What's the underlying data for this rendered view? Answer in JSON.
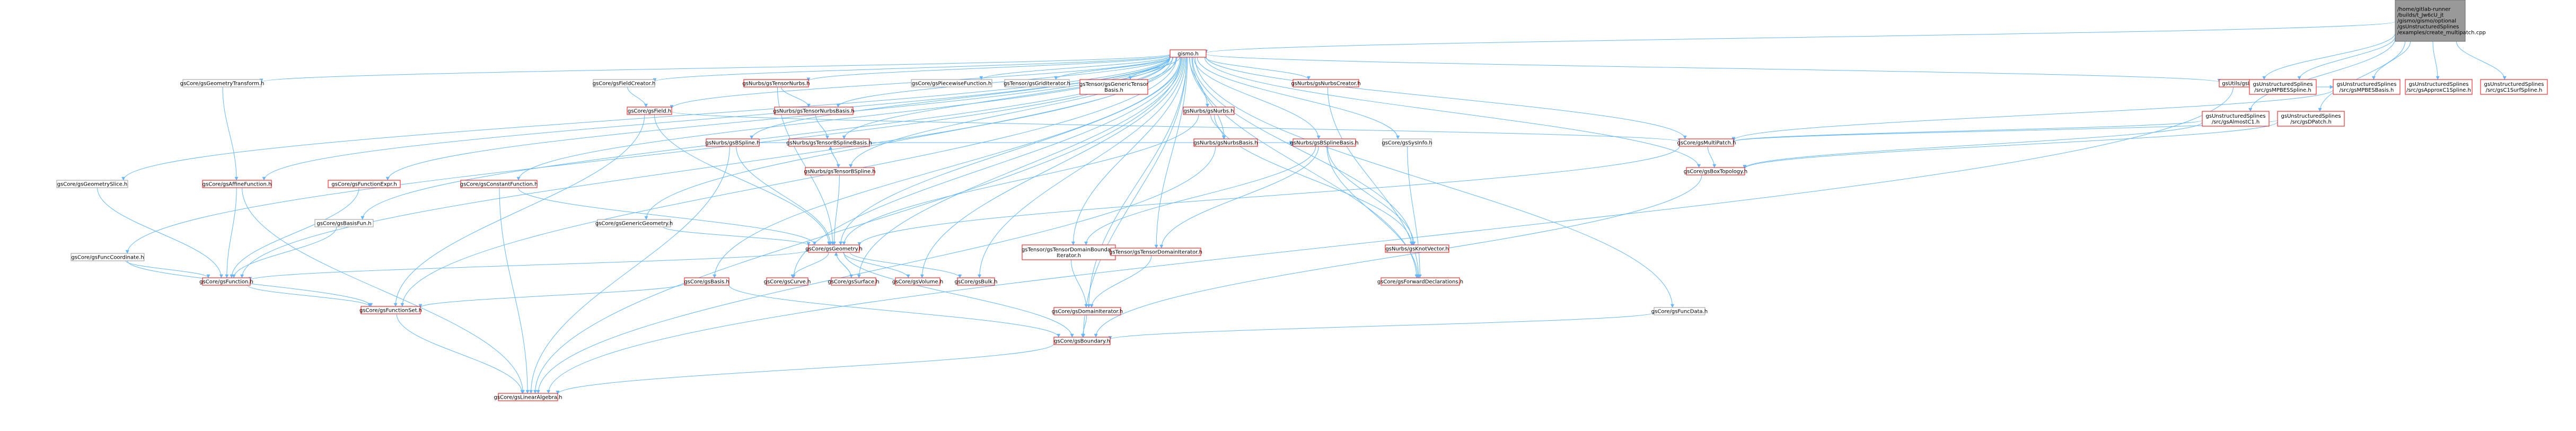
{
  "colors": {
    "edge": "#63b8ff",
    "root_fill": "#999999",
    "root_stroke": "#666666",
    "red_stroke": "#ff0000",
    "gray_stroke": "#999999",
    "text_default": "#000000",
    "text_red": "#ff0000"
  },
  "nodes": [
    {
      "id": "root",
      "lines": [
        "/home/gitlab-runner",
        "/builds/t_Jw6cU_jt",
        "/gismo/gismo/optional",
        "/gsUnstructuredSplines",
        "/examples/create_multipatch.cpp"
      ],
      "style": "root"
    },
    {
      "id": "gismo",
      "lines": [
        "gismo.h"
      ],
      "style": "red"
    },
    {
      "id": "l2proj",
      "lines": [
        "gsUtils/gsL2Projection.h"
      ],
      "style": "red"
    },
    {
      "id": "mpbesspline",
      "lines": [
        "gsUnstructuredSplines",
        "/src/gsMPBESSpline.h"
      ],
      "style": "red"
    },
    {
      "id": "mpbesbasis",
      "lines": [
        "gsUnstructuredSplines",
        "/src/gsMPBESBasis.h"
      ],
      "style": "red"
    },
    {
      "id": "almostc1",
      "lines": [
        "gsUnstructuredSplines",
        "/src/gsAlmostC1.h"
      ],
      "style": "red"
    },
    {
      "id": "dpatch",
      "lines": [
        "gsUnstructuredSplines",
        "/src/gsDPatch.h"
      ],
      "style": "red"
    },
    {
      "id": "approxc1",
      "lines": [
        "gsUnstructuredSplines",
        "/src/gsApproxC1Spline.h"
      ],
      "style": "red"
    },
    {
      "id": "c1surf",
      "lines": [
        "gsUnstructuredSplines",
        "/src/gsC1SurfSpline.h"
      ],
      "style": "red"
    },
    {
      "id": "geomslice",
      "lines": [
        "gsCore/gsGeometrySlice.h"
      ],
      "style": "gray"
    },
    {
      "id": "affine",
      "lines": [
        "gsCore/gsAffineFunction.h"
      ],
      "style": "red"
    },
    {
      "id": "funccoord",
      "lines": [
        "gsCore/gsFuncCoordinate.h"
      ],
      "style": "gray"
    },
    {
      "id": "funcexpr",
      "lines": [
        "gsCore/gsFunctionExpr.h"
      ],
      "style": "red"
    },
    {
      "id": "constfunc",
      "lines": [
        "gsCore/gsConstantFunction.h"
      ],
      "style": "red"
    },
    {
      "id": "geomtransform",
      "lines": [
        "gsCore/gsGeometryTransform.h"
      ],
      "style": "gray"
    },
    {
      "id": "basisfun",
      "lines": [
        "gsCore/gsBasisFun.h"
      ],
      "style": "gray"
    },
    {
      "id": "field",
      "lines": [
        "gsCore/gsField.h"
      ],
      "style": "red"
    },
    {
      "id": "fieldcreator",
      "lines": [
        "gsCore/gsFieldCreator.h"
      ],
      "style": "gray"
    },
    {
      "id": "genericgeom",
      "lines": [
        "gsCore/gsGenericGeometry.h"
      ],
      "style": "gray"
    },
    {
      "id": "bspline",
      "lines": [
        "gsNurbs/gsBSpline.h"
      ],
      "style": "red"
    },
    {
      "id": "basis",
      "lines": [
        "gsCore/gsBasis.h"
      ],
      "style": "red"
    },
    {
      "id": "tensornurbs",
      "lines": [
        "gsNurbs/gsTensorNurbs.h"
      ],
      "style": "red"
    },
    {
      "id": "tensornurbsbasis",
      "lines": [
        "gsNurbs/gsTensorNurbsBasis.h"
      ],
      "style": "red"
    },
    {
      "id": "tensorbsplinebasis",
      "lines": [
        "gsNurbs/gsTensorBSplineBasis.h"
      ],
      "style": "red"
    },
    {
      "id": "tensorbspline",
      "lines": [
        "gsNurbs/gsTensorBSpline.h"
      ],
      "style": "red"
    },
    {
      "id": "piecewise",
      "lines": [
        "gsCore/gsPiecewiseFunction.h"
      ],
      "style": "gray"
    },
    {
      "id": "griditer",
      "lines": [
        "gsTensor/gsGridIterator.h"
      ],
      "style": "gray"
    },
    {
      "id": "gentensorbasis",
      "lines": [
        "gsTensor/gsGenericTensor",
        "Basis.h"
      ],
      "style": "red"
    },
    {
      "id": "tdbi",
      "lines": [
        "gsTensor/gsTensorDomainBoundary",
        "Iterator.h"
      ],
      "style": "red"
    },
    {
      "id": "tdi",
      "lines": [
        "gsTensor/gsTensorDomainIterator.h"
      ],
      "style": "red"
    },
    {
      "id": "nurbs",
      "lines": [
        "gsNurbs/gsNurbs.h"
      ],
      "style": "red"
    },
    {
      "id": "nurbsbasis",
      "lines": [
        "gsNurbs/gsNurbsBasis.h"
      ],
      "style": "red"
    },
    {
      "id": "bsplinebasis",
      "lines": [
        "gsNurbs/gsBSplineBasis.h"
      ],
      "style": "red"
    },
    {
      "id": "knotvector",
      "lines": [
        "gsNurbs/gsKnotVector.h"
      ],
      "style": "red"
    },
    {
      "id": "nurbscreator",
      "lines": [
        "gsNurbs/gsNurbsCreator.h"
      ],
      "style": "red"
    },
    {
      "id": "sysinfo",
      "lines": [
        "gsCore/gsSysInfo.h"
      ],
      "style": "gray"
    },
    {
      "id": "multipatch",
      "lines": [
        "gsCore/gsMultiPatch.h"
      ],
      "style": "red"
    },
    {
      "id": "boxtopology",
      "lines": [
        "gsCore/gsBoxTopology.h"
      ],
      "style": "red"
    },
    {
      "id": "fwddecl",
      "lines": [
        "gsCore/gsForwardDeclarations.h"
      ],
      "style": "red"
    },
    {
      "id": "funcdata",
      "lines": [
        "gsCore/gsFuncData.h"
      ],
      "style": "gray"
    },
    {
      "id": "geometry",
      "lines": [
        "gsCore/gsGeometry.h"
      ],
      "style": "red"
    },
    {
      "id": "function",
      "lines": [
        "gsCore/gsFunction.h"
      ],
      "style": "red"
    },
    {
      "id": "curve",
      "lines": [
        "gsCore/gsCurve.h"
      ],
      "style": "red"
    },
    {
      "id": "surface",
      "lines": [
        "gsCore/gsSurface.h"
      ],
      "style": "red"
    },
    {
      "id": "volume",
      "lines": [
        "gsCore/gsVolume.h"
      ],
      "style": "red"
    },
    {
      "id": "bulk",
      "lines": [
        "gsCore/gsBulk.h"
      ],
      "style": "red"
    },
    {
      "id": "domainiter",
      "lines": [
        "gsCore/gsDomainIterator.h"
      ],
      "style": "red"
    },
    {
      "id": "funcset",
      "lines": [
        "gsCore/gsFunctionSet.h"
      ],
      "style": "red"
    },
    {
      "id": "boundary",
      "lines": [
        "gsCore/gsBoundary.h"
      ],
      "style": "red"
    },
    {
      "id": "linalg",
      "lines": [
        "gsCore/gsLinearAlgebra.h"
      ],
      "style": "red"
    }
  ],
  "edges": [
    [
      "root",
      "gismo"
    ],
    [
      "root",
      "l2proj"
    ],
    [
      "root",
      "mpbesspline"
    ],
    [
      "root",
      "mpbesbasis"
    ],
    [
      "root",
      "almostc1"
    ],
    [
      "root",
      "dpatch"
    ],
    [
      "root",
      "approxc1"
    ],
    [
      "root",
      "c1surf"
    ],
    [
      "gismo",
      "geomslice"
    ],
    [
      "gismo",
      "affine"
    ],
    [
      "gismo",
      "funccoord"
    ],
    [
      "gismo",
      "funcexpr"
    ],
    [
      "gismo",
      "constfunc"
    ],
    [
      "gismo",
      "geomtransform"
    ],
    [
      "gismo",
      "basisfun"
    ],
    [
      "gismo",
      "field"
    ],
    [
      "gismo",
      "fieldcreator"
    ],
    [
      "gismo",
      "genericgeom"
    ],
    [
      "gismo",
      "bspline"
    ],
    [
      "gismo",
      "basis"
    ],
    [
      "gismo",
      "tensornurbs"
    ],
    [
      "gismo",
      "tensornurbsbasis"
    ],
    [
      "gismo",
      "tensorbsplinebasis"
    ],
    [
      "gismo",
      "tensorbspline"
    ],
    [
      "gismo",
      "piecewise"
    ],
    [
      "gismo",
      "griditer"
    ],
    [
      "gismo",
      "gentensorbasis"
    ],
    [
      "gismo",
      "tdbi"
    ],
    [
      "gismo",
      "tdi"
    ],
    [
      "gismo",
      "nurbs"
    ],
    [
      "gismo",
      "nurbsbasis"
    ],
    [
      "gismo",
      "bsplinebasis"
    ],
    [
      "gismo",
      "knotvector"
    ],
    [
      "gismo",
      "nurbscreator"
    ],
    [
      "gismo",
      "sysinfo"
    ],
    [
      "gismo",
      "multipatch"
    ],
    [
      "gismo",
      "boxtopology"
    ],
    [
      "gismo",
      "fwddecl"
    ],
    [
      "gismo",
      "funcdata"
    ],
    [
      "gismo",
      "geometry"
    ],
    [
      "gismo",
      "function"
    ],
    [
      "gismo",
      "curve"
    ],
    [
      "gismo",
      "surface"
    ],
    [
      "gismo",
      "volume"
    ],
    [
      "gismo",
      "bulk"
    ],
    [
      "gismo",
      "domainiter"
    ],
    [
      "gismo",
      "funcset"
    ],
    [
      "gismo",
      "boundary"
    ],
    [
      "gismo",
      "linalg"
    ],
    [
      "gismo",
      "l2proj"
    ],
    [
      "geomslice",
      "function"
    ],
    [
      "affine",
      "function"
    ],
    [
      "affine",
      "linalg"
    ],
    [
      "funccoord",
      "function"
    ],
    [
      "funccoord",
      "funcset"
    ],
    [
      "funcexpr",
      "function"
    ],
    [
      "constfunc",
      "geometry"
    ],
    [
      "constfunc",
      "linalg"
    ],
    [
      "geomtransform",
      "affine"
    ],
    [
      "basisfun",
      "function"
    ],
    [
      "field",
      "geometry"
    ],
    [
      "field",
      "multipatch"
    ],
    [
      "field",
      "funcset"
    ],
    [
      "fieldcreator",
      "field"
    ],
    [
      "genericgeom",
      "geometry"
    ],
    [
      "bspline",
      "geometry"
    ],
    [
      "bspline",
      "bsplinebasis"
    ],
    [
      "bspline",
      "linalg"
    ],
    [
      "basis",
      "funcset"
    ],
    [
      "basis",
      "boundary"
    ],
    [
      "tensornurbs",
      "tensornurbsbasis"
    ],
    [
      "tensornurbs",
      "geometry"
    ],
    [
      "tensornurbsbasis",
      "tensorbsplinebasis"
    ],
    [
      "tensorbsplinebasis",
      "bsplinebasis"
    ],
    [
      "tensorbsplinebasis",
      "tensorbspline"
    ],
    [
      "tensorbspline",
      "geometry"
    ],
    [
      "tensorbspline",
      "tensorbsplinebasis"
    ],
    [
      "tdbi",
      "domainiter"
    ],
    [
      "tdi",
      "domainiter"
    ],
    [
      "nurbs",
      "nurbsbasis"
    ],
    [
      "nurbs",
      "geometry"
    ],
    [
      "nurbs",
      "knotvector"
    ],
    [
      "nurbsbasis",
      "bsplinebasis"
    ],
    [
      "bsplinebasis",
      "knotvector"
    ],
    [
      "bsplinebasis",
      "tdbi"
    ],
    [
      "bsplinebasis",
      "tdi"
    ],
    [
      "bsplinebasis",
      "fwddecl"
    ],
    [
      "nurbscreator",
      "fwddecl"
    ],
    [
      "sysinfo",
      "fwddecl"
    ],
    [
      "multipatch",
      "boxtopology"
    ],
    [
      "multipatch",
      "geometry"
    ],
    [
      "boxtopology",
      "boundary"
    ],
    [
      "funcdata",
      "boundary"
    ],
    [
      "geometry",
      "function"
    ],
    [
      "geometry",
      "curve"
    ],
    [
      "geometry",
      "surface"
    ],
    [
      "geometry",
      "volume"
    ],
    [
      "geometry",
      "bulk"
    ],
    [
      "geometry",
      "boundary"
    ],
    [
      "surface",
      "geometry"
    ],
    [
      "function",
      "funcset"
    ],
    [
      "funcset",
      "linalg"
    ],
    [
      "domainiter",
      "boundary"
    ],
    [
      "boundary",
      "linalg"
    ],
    [
      "mpbesspline",
      "mpbesbasis"
    ],
    [
      "mpbesbasis",
      "multipatch"
    ],
    [
      "almostc1",
      "multipatch"
    ],
    [
      "almostc1",
      "boxtopology"
    ],
    [
      "dpatch",
      "multipatch"
    ],
    [
      "dpatch",
      "boxtopology"
    ],
    [
      "l2proj",
      "linalg"
    ],
    [
      "nurbsbasis",
      "linalg"
    ]
  ]
}
